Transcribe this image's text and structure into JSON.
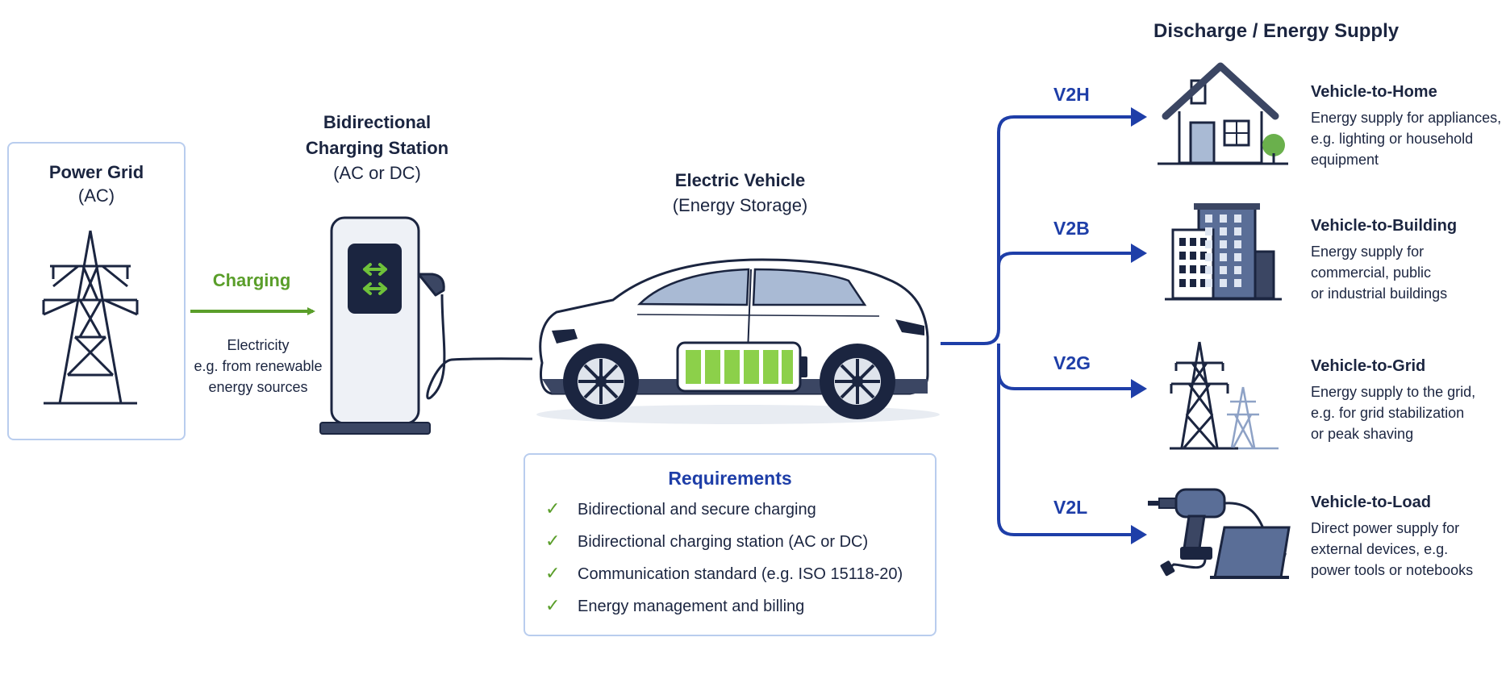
{
  "header": {
    "discharge_title": "Discharge / Energy Supply"
  },
  "grid": {
    "title": "Power Grid",
    "subtitle": "(AC)"
  },
  "charging": {
    "label": "Charging",
    "note": [
      "Electricity",
      "e.g. from renewable",
      "energy sources"
    ]
  },
  "station": {
    "title_lines": [
      "Bidirectional",
      "Charging Station"
    ],
    "subtitle": "(AC or DC)"
  },
  "vehicle": {
    "title": "Electric Vehicle",
    "subtitle": "(Energy Storage)"
  },
  "requirements": {
    "title": "Requirements",
    "items": [
      "Bidirectional and secure charging",
      "Bidirectional charging station (AC or DC)",
      "Communication standard (e.g. ISO 15118-20)",
      "Energy management and billing"
    ]
  },
  "outputs": [
    {
      "code": "V2H",
      "title": "Vehicle-to-Home",
      "lines": [
        "Energy supply for appliances,",
        "e.g. lighting or household",
        "equipment"
      ],
      "icon": "house-icon"
    },
    {
      "code": "V2B",
      "title": "Vehicle-to-Building",
      "lines": [
        "Energy supply for",
        "commercial, public",
        "or industrial buildings"
      ],
      "icon": "building-icon"
    },
    {
      "code": "V2G",
      "title": "Vehicle-to-Grid",
      "lines": [
        "Energy supply to the grid,",
        "e.g. for grid stabilization",
        "or peak shaving"
      ],
      "icon": "grid-tower-icon"
    },
    {
      "code": "V2L",
      "title": "Vehicle-to-Load",
      "lines": [
        "Direct power supply for",
        "external devices, e.g.",
        "power tools or notebooks"
      ],
      "icon": "power-tool-laptop-icon"
    }
  ],
  "colors": {
    "navy": "#1b2540",
    "blue": "#1e3ea8",
    "green": "#5a9e2a",
    "battery": "#8cd04a",
    "border": "#b9cdee"
  }
}
